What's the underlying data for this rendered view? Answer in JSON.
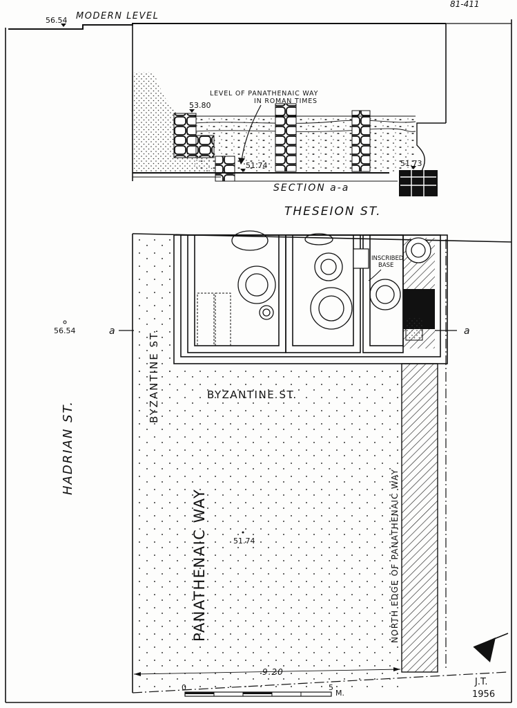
{
  "sheet_number": "81-411",
  "modern_level": {
    "label": "MODERN LEVEL",
    "elevation": "56.54"
  },
  "section": {
    "title": "SECTION a-a",
    "note_line1": "LEVEL OF PANATHENAIC WAY",
    "note_line2": "IN ROMAN TIMES",
    "elev_wall_top": "53.80",
    "elev_floor": "51.74",
    "elev_right": "51.73"
  },
  "streets": {
    "theseion": "THESEION ST.",
    "hadrian": "HADRIAN ST.",
    "byzantine_vertical": "BYZANTINE ST.",
    "byzantine_horizontal": "BYZANTINE ST.",
    "panathenaic": "PANATHENAIC WAY",
    "north_edge": "NORTH EDGE OF PANATHENAIC WAY"
  },
  "plan": {
    "inscribed_base_line1": "INSCRIBED",
    "inscribed_base_line2": "BASE",
    "elev_left": "56.54",
    "elev_center": "51.74",
    "section_marker_left": "a",
    "section_marker_right": "a",
    "dimension": "9.20"
  },
  "scale": {
    "start": "0",
    "end": "5",
    "unit": "M."
  },
  "credit": {
    "initials": "J.T.",
    "year": "1956"
  }
}
